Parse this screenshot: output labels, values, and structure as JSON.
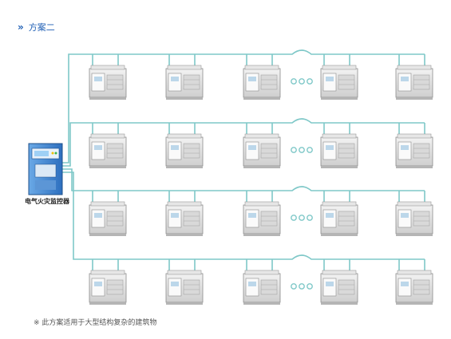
{
  "header": {
    "chevrons": "»",
    "title": "方案二"
  },
  "controller": {
    "label": "电气火灾监控器"
  },
  "footnote": "※ 此方案适用于大型结构复杂的建筑物",
  "layout_rows": 4,
  "modules_per_row": 5,
  "colors": {
    "wire": "#7fc8c8",
    "title": "#1f5fb5"
  },
  "icons": [
    "chevron-icon",
    "controller-icon",
    "module-icon",
    "ellipsis-icon"
  ]
}
